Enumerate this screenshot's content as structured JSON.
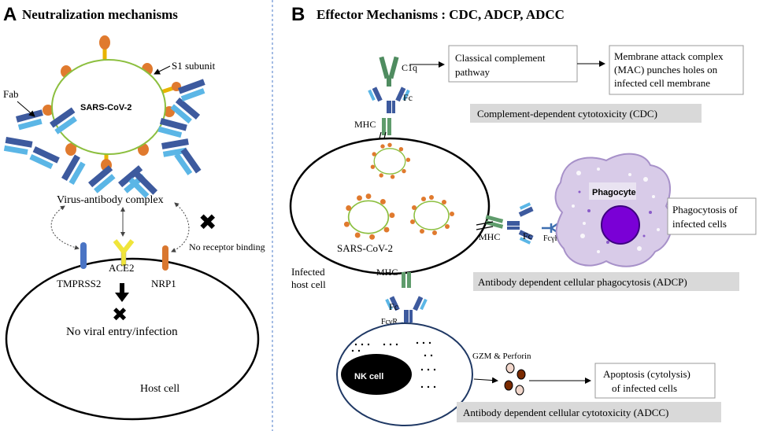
{
  "panel_a": {
    "letter": "A",
    "title": "Neutralization mechanisms",
    "virus_label": "SARS-CoV-2",
    "fab_label": "Fab",
    "s1_label": "S1 subunit",
    "complex_label": "Virus-antibody  complex",
    "no_binding_label": "No receptor binding",
    "receptors": [
      "TMPRSS2",
      "ACE2",
      "NRP1"
    ],
    "no_entry_label": "No viral entry/infection",
    "host_cell_label": "Host cell"
  },
  "panel_b": {
    "letter": "B",
    "title": "Effector Mechanisms : CDC, ADCP, ADCC",
    "c1q_label": "C1q",
    "fc_label": "Fc",
    "mhc_label": "MHC",
    "classical_pathway": [
      "Classical complement",
      "pathway"
    ],
    "mac_box": [
      "Membrane attack complex",
      "(MAC) punches holes on",
      "infected cell membrane"
    ],
    "cdc_label": "Complement-dependent cytotoxicity (CDC)",
    "virus_label": "SARS-CoV-2",
    "infected_cell_label": [
      "Infected",
      "host cell"
    ],
    "phagocyte_label": "Phagocyte",
    "fcgr_label": "FcγR",
    "phagocytosis_box": [
      "Phagocytosis of",
      "infected cells"
    ],
    "adcp_label": "Antibody dependent cellular phagocytosis (ADCP)",
    "nk_label": "NK cell",
    "gzm_label": "GZM & Perforin",
    "apoptosis_box": [
      "Apoptosis (cytolysis)",
      "of infected cells"
    ],
    "adcc_label": "Antibody dependent cellular cytotoxicity (ADCC)"
  },
  "colors": {
    "antibody_dark": "#3d5a9e",
    "antibody_light": "#5bb6e6",
    "c1q_green": "#4f8c60",
    "mhc_green": "#5f9c6c",
    "virus_outline": "#8cbf3f",
    "spike_orange": "#e07a2e",
    "spike_stalk": "#e8b400",
    "receptor_blue": "#4a74c4",
    "ace2_yellow": "#f0e53a",
    "nrp1_orange": "#d9772f",
    "phagocyte_fill": "#d8cbe8",
    "nucleus_purple": "#7a00d6",
    "label_box_gray": "#d9d9d9",
    "divider_blue": "#4a79c9"
  }
}
